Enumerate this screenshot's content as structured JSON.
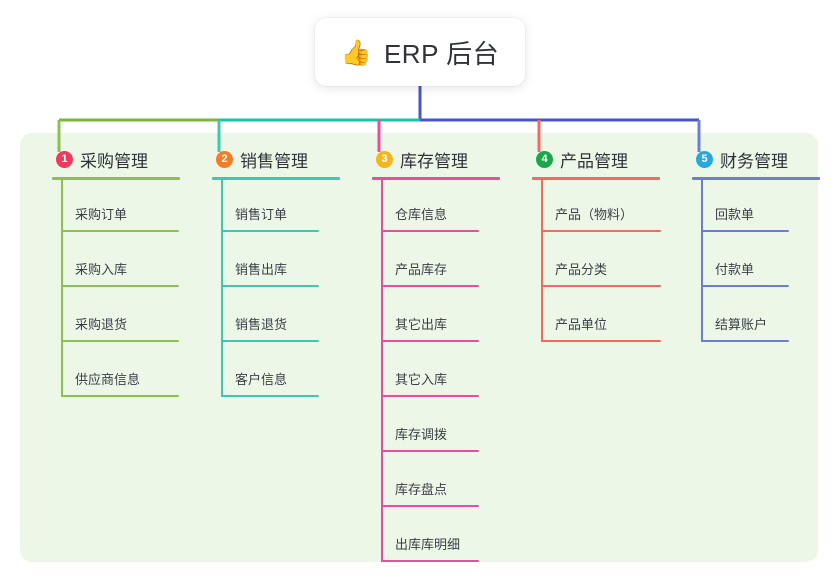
{
  "root": {
    "icon": "thumbs-up-icon",
    "emoji": "👍",
    "title": "ERP 后台"
  },
  "colors": {
    "board_background": "#edf7e8",
    "root_trunk": "#4a55c4",
    "branch_green": "#7cb342",
    "branch_teal": "#1ec1a8",
    "branch_blue": "#4a55c4"
  },
  "columns": [
    {
      "index": "1",
      "badge_label": "1",
      "badge_color": "#ef3a5d",
      "title": "采购管理",
      "line_color": "#8cc152",
      "items": [
        {
          "label": "采购订单"
        },
        {
          "label": "采购入库"
        },
        {
          "label": "采购退货"
        },
        {
          "label": "供应商信息"
        }
      ]
    },
    {
      "index": "2",
      "badge_label": "2",
      "badge_color": "#f57b26",
      "title": "销售管理",
      "line_color": "#3cc8b4",
      "items": [
        {
          "label": "销售订单"
        },
        {
          "label": "销售出库"
        },
        {
          "label": "销售退货"
        },
        {
          "label": "客户信息"
        }
      ]
    },
    {
      "index": "3",
      "badge_label": "3",
      "badge_color": "#f5b51c",
      "title": "库存管理",
      "line_color": "#e64fa0",
      "items": [
        {
          "label": "仓库信息"
        },
        {
          "label": "产品库存"
        },
        {
          "label": "其它出库"
        },
        {
          "label": "其它入库"
        },
        {
          "label": "库存调拨"
        },
        {
          "label": "库存盘点"
        },
        {
          "label": "出库库明细"
        }
      ]
    },
    {
      "index": "4",
      "badge_label": "4",
      "badge_color": "#19a849",
      "title": "产品管理",
      "line_color": "#f56a5e",
      "items": [
        {
          "label": "产品（物料）"
        },
        {
          "label": "产品分类"
        },
        {
          "label": "产品单位"
        }
      ]
    },
    {
      "index": "5",
      "badge_label": "5",
      "badge_color": "#28a8e0",
      "title": "财务管理",
      "line_color": "#6a7fd4",
      "items": [
        {
          "label": "回款单"
        },
        {
          "label": "付款单"
        },
        {
          "label": "结算账户"
        }
      ]
    }
  ]
}
